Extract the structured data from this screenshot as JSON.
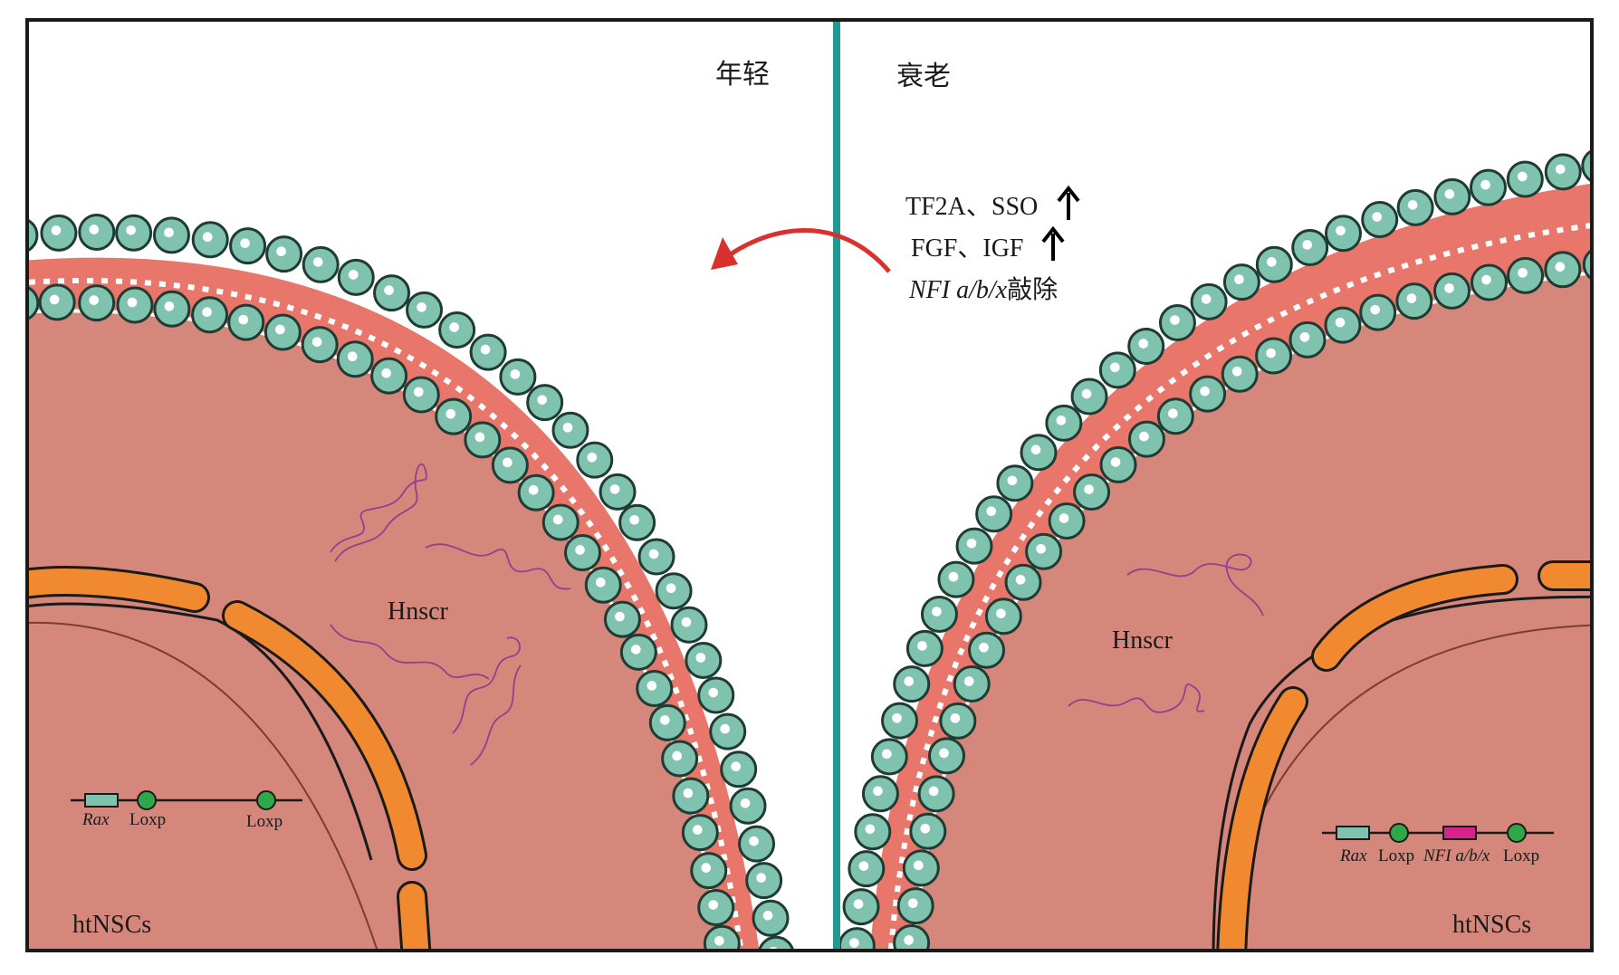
{
  "panels": {
    "left": {
      "label": "年轻",
      "cell_label": "htNSCs",
      "protein_label": "Hnscr"
    },
    "right": {
      "label": "衰老",
      "cell_label": "htNSCs",
      "protein_label": "Hnscr"
    }
  },
  "intervention": {
    "line1": "TF2A、SSO",
    "line2": "FGF、IGF",
    "line3_gene": "NFI a/b/x",
    "line3_suffix": "敲除",
    "up_arrow_icon": "up-arrow-icon"
  },
  "constructs": {
    "left": {
      "rax": "Rax",
      "loxp1": "Loxp",
      "loxp2": "Loxp"
    },
    "right": {
      "rax": "Rax",
      "loxp1": "Loxp",
      "nfi": "NFI a/b/x",
      "loxp2": "Loxp"
    }
  },
  "colors": {
    "cytoplasm": "#d4877a",
    "membrane_band": "#e8766a",
    "lipid_head": "#7fc3ae",
    "lipid_outline": "#1f3b34",
    "divider": "#1e9a92",
    "nucleus_envelope": "#f0892f",
    "protein_coil": "#9b3b8f",
    "arrow": "#d9322e",
    "rax_box": "#7fc3ae",
    "loxp_dot": "#2fa84a",
    "nfi_box": "#d6228a",
    "frame": "#1a1a1a"
  }
}
